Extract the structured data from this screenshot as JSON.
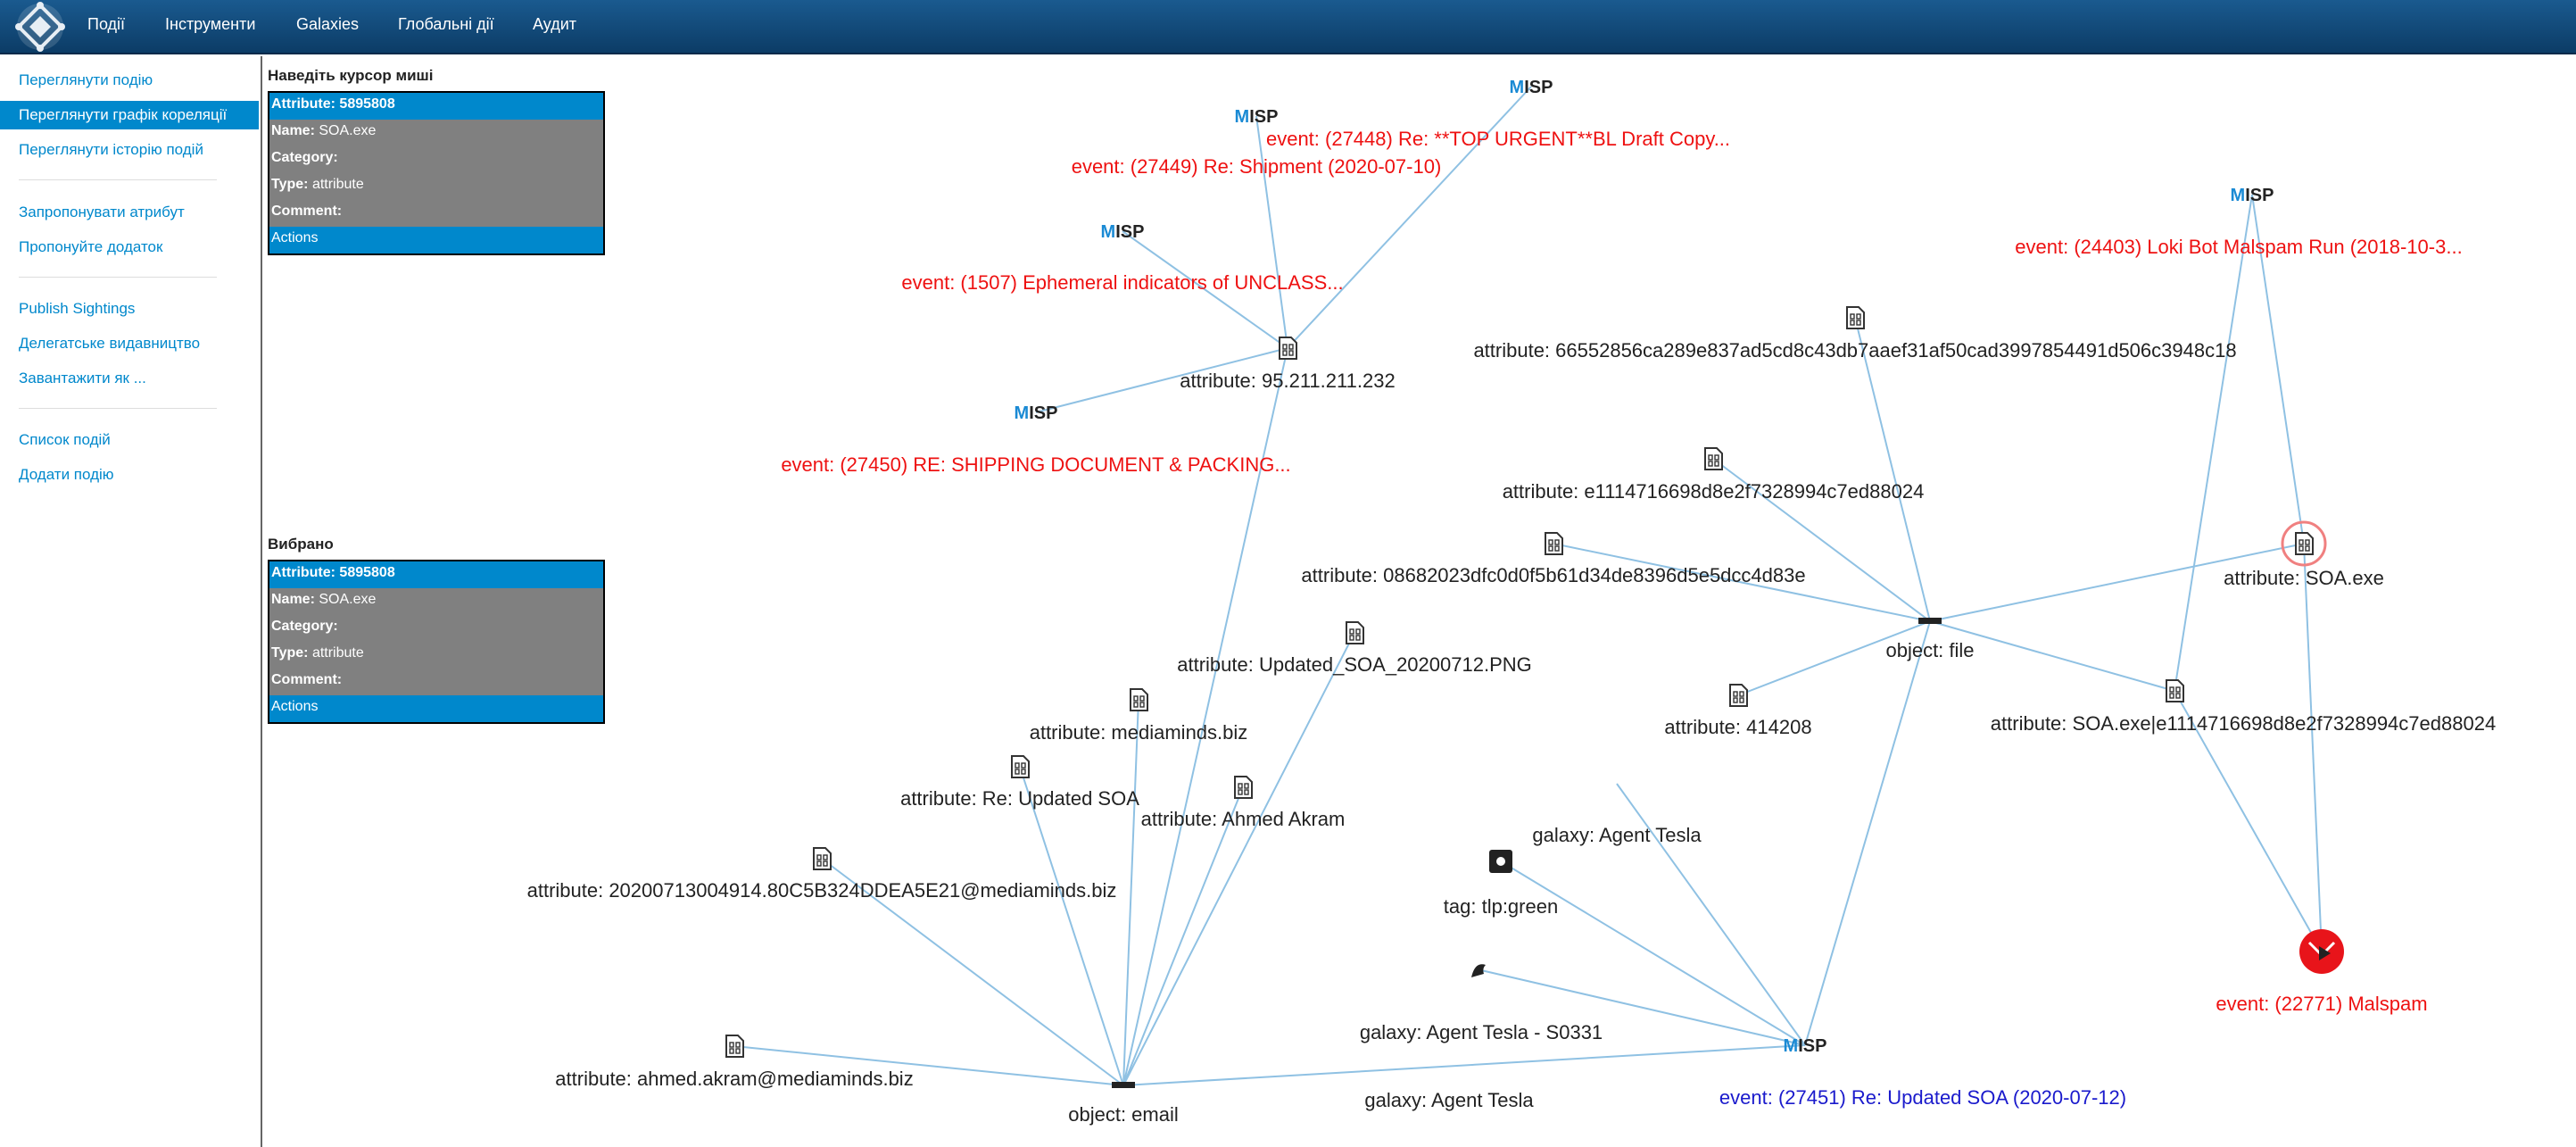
{
  "nav": {
    "logo_icon": "misp-logo-icon",
    "items": [
      "Події",
      "Інструменти",
      "Galaxies",
      "Глобальні дії",
      "Аудит"
    ]
  },
  "sidebar": {
    "group1": [
      "Переглянути подію",
      "Переглянути графік кореляції",
      "Переглянути історію подій"
    ],
    "group2": [
      "Запропонувати атрибут",
      "Пропонуйте додаток"
    ],
    "group3": [
      "Publish Sightings",
      "Делегатське видавництво",
      "Завантажити як ..."
    ],
    "group4": [
      "Список подій",
      "Додати подію"
    ],
    "active_index": 1
  },
  "hover_panel": {
    "title": "Наведіть курсор миші",
    "attribute": "Attribute: 5895808",
    "name_label": "Name:",
    "name_value": "SOA.exe",
    "category_label": "Category:",
    "category_value": "",
    "type_label": "Type:",
    "type_value": "attribute",
    "comment_label": "Comment:",
    "comment_value": "",
    "actions": "Actions"
  },
  "selected_panel": {
    "title": "Вибрано",
    "attribute": "Attribute: 5895808",
    "name_label": "Name:",
    "name_value": "SOA.exe",
    "category_label": "Category:",
    "category_value": "",
    "type_label": "Type:",
    "type_value": "attribute",
    "comment_label": "Comment:",
    "comment_value": "",
    "actions": "Actions"
  },
  "colors": {
    "edge": "#8fc1e3",
    "event_red": "#ee1111",
    "event_blue": "#1a1acc",
    "misp_blue": "#1a8ad4",
    "selected_ring": "#f08080"
  },
  "graph": {
    "misp_logo_text": {
      "m": "M",
      "rest": "ISP"
    },
    "nodes": [
      {
        "id": "misp-27448",
        "kind": "misp",
        "label": "event: (27448) Re: **TOP URGENT**BL Draft Copy...",
        "label_class": "red"
      },
      {
        "id": "misp-27449",
        "kind": "misp",
        "label": "event: (27449) Re: Shipment (2020-07-10)",
        "label_class": "red"
      },
      {
        "id": "misp-1507",
        "kind": "misp",
        "label": "event: (1507) Ephemeral indicators of UNCLASS...",
        "label_class": "red"
      },
      {
        "id": "misp-27450",
        "kind": "misp",
        "label": "event: (27450) RE: SHIPPING DOCUMENT & PACKING...",
        "label_class": "red"
      },
      {
        "id": "misp-24403",
        "kind": "misp",
        "label": "event: (24403) Loki Bot Malspam Run (2018-10-3...",
        "label_class": "red"
      },
      {
        "id": "attr-ip",
        "kind": "attr",
        "label": "attribute: 95.211.211.232",
        "label_class": "black"
      },
      {
        "id": "attr-hash1",
        "kind": "attr",
        "label": "attribute: 66552856ca289e837ad5cd8c43db7aaef31af50cad3997854491d506c3948c18",
        "label_class": "black"
      },
      {
        "id": "attr-hash2",
        "kind": "attr",
        "label": "attribute: e1114716698d8e2f7328994c7ed88024",
        "label_class": "black"
      },
      {
        "id": "attr-hash3",
        "kind": "attr",
        "label": "attribute: 08682023dfc0d0f5b61d34de8396d5e5dcc4d83e",
        "label_class": "black"
      },
      {
        "id": "attr-soa",
        "kind": "attr",
        "label": "attribute: SOA.exe",
        "label_class": "black",
        "selected": true
      },
      {
        "id": "obj-file",
        "kind": "object",
        "label": "object: file",
        "label_class": "black"
      },
      {
        "id": "attr-size",
        "kind": "attr",
        "label": "attribute: 414208",
        "label_class": "black"
      },
      {
        "id": "attr-soa-hash",
        "kind": "attr",
        "label": "attribute: SOA.exe|e1114716698d8e2f7328994c7ed88024",
        "label_class": "black"
      },
      {
        "id": "attr-png",
        "kind": "attr",
        "label": "attribute: Updated_SOA_20200712.PNG",
        "label_class": "black"
      },
      {
        "id": "attr-domain",
        "kind": "attr",
        "label": "attribute: mediaminds.biz",
        "label_class": "black"
      },
      {
        "id": "attr-subject",
        "kind": "attr",
        "label": "attribute: Re: Updated SOA",
        "label_class": "black"
      },
      {
        "id": "attr-name",
        "kind": "attr",
        "label": "attribute: Ahmed Akram",
        "label_class": "black"
      },
      {
        "id": "attr-msgid",
        "kind": "attr",
        "label": "attribute: 20200713004914.80C5B324DDEA5E21@mediaminds.biz",
        "label_class": "black"
      },
      {
        "id": "attr-email",
        "kind": "attr",
        "label": "attribute: ahmed.akram@mediaminds.biz",
        "label_class": "black"
      },
      {
        "id": "obj-email",
        "kind": "object",
        "label": "object: email",
        "label_class": "black"
      },
      {
        "id": "galaxy-tesla-1",
        "kind": "none",
        "label": "galaxy: Agent Tesla",
        "label_class": "black"
      },
      {
        "id": "tag-green",
        "kind": "tag",
        "label": "tag: tlp:green",
        "label_class": "black"
      },
      {
        "id": "galaxy-tesla-s0331",
        "kind": "galaxy",
        "label": "galaxy: Agent Tesla - S0331",
        "label_class": "black"
      },
      {
        "id": "galaxy-tesla-2",
        "kind": "none",
        "label": "galaxy: Agent Tesla",
        "label_class": "black"
      },
      {
        "id": "misp-27451",
        "kind": "misp",
        "label": "event: (27451) Re: Updated SOA (2020-07-12)",
        "label_class": "blue"
      },
      {
        "id": "event-22771",
        "kind": "malspam",
        "label": "event: (22771) Malspam",
        "label_class": "red"
      }
    ]
  }
}
